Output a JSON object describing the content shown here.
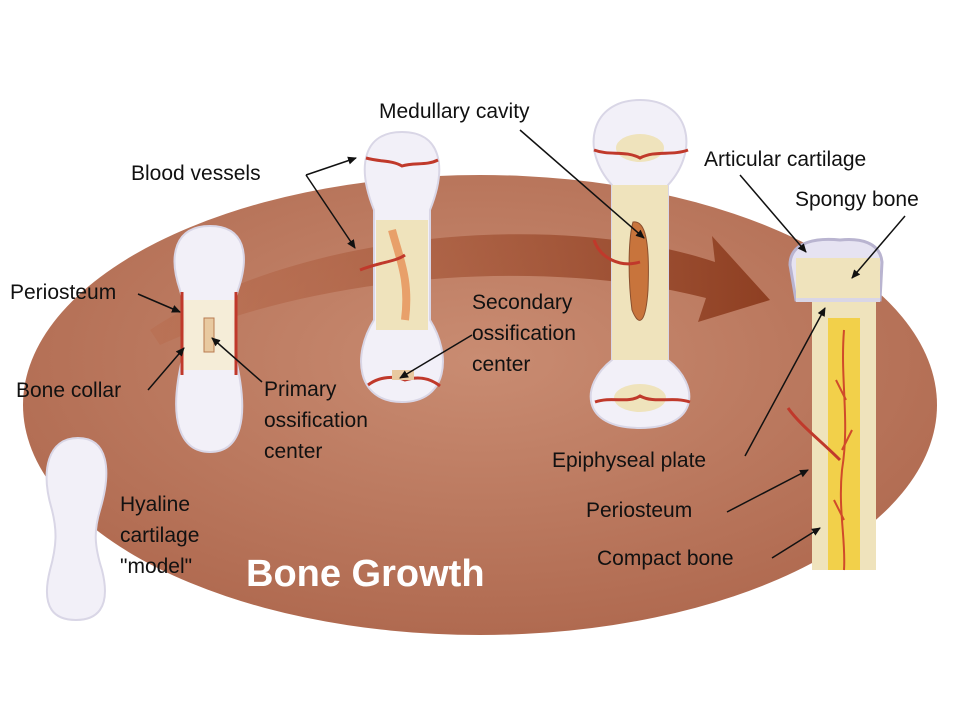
{
  "title": "Bone Growth",
  "colors": {
    "disc": "#b9735a",
    "disc_shadow": "#8a4f3a",
    "arrow": "#9b4a2e",
    "cartilage": "#f2f0f8",
    "spongy": "#efe3bc",
    "marrow": "#f2d04a",
    "vessel": "#c0392b"
  },
  "labels": {
    "blood_vessels": "Blood vessels",
    "medullary_cavity": "Medullary cavity",
    "articular_cartilage": "Articular cartilage",
    "spongy_bone": "Spongy bone",
    "periosteum_left": "Periosteum",
    "bone_collar": "Bone collar",
    "primary_ossification": [
      "Primary",
      "ossification",
      "center"
    ],
    "secondary_ossification": [
      "Secondary",
      "ossification",
      "center"
    ],
    "epiphyseal_plate": "Epiphyseal plate",
    "periosteum_right": "Periosteum",
    "compact_bone": "Compact bone",
    "hyaline_cartilage": [
      "Hyaline",
      "cartilage",
      "\"model\""
    ]
  }
}
